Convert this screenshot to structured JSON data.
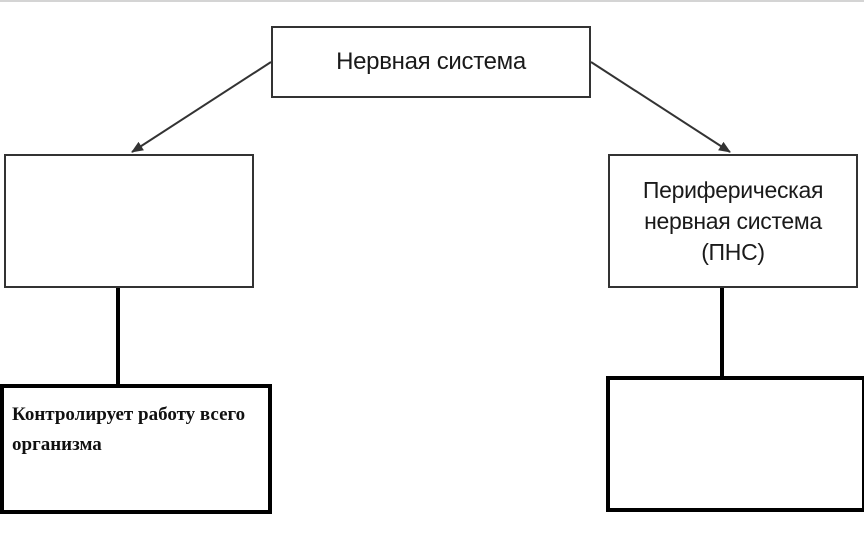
{
  "diagram": {
    "root": {
      "label": "Нервная система"
    },
    "left_branch": {
      "label": "",
      "function_label": "Контролирует работу всего организма"
    },
    "right_branch": {
      "label": "Периферическая нервная система (ПНС)",
      "function_label": ""
    },
    "colors": {
      "line": "#333333",
      "thick_border": "#000000",
      "background": "#ffffff"
    }
  }
}
